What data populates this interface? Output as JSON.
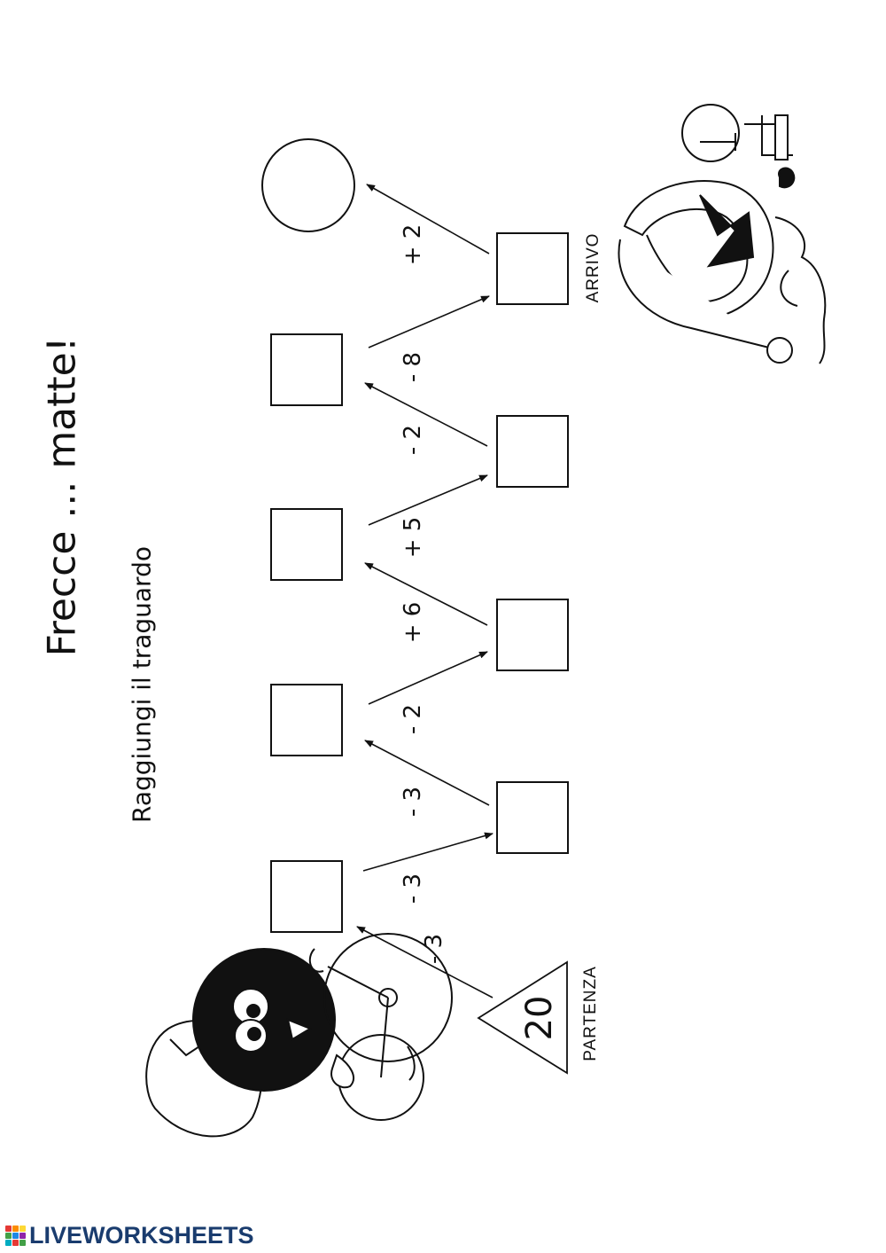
{
  "worksheet": {
    "title": "Frecce ... matte!",
    "subtitle": "Raggiungi il traguardo",
    "start": {
      "label": "PARTENZA",
      "value": "20"
    },
    "finish": {
      "label": "ARRIVO"
    },
    "operations": [
      "- 3",
      "- 3",
      "- 3",
      "- 2",
      "+ 6",
      "+ 5",
      "- 2",
      "- 8",
      "+ 2"
    ]
  },
  "footer": {
    "brand": "LIVEWORKSHEETS"
  },
  "colors": {
    "ink": "#111111",
    "brand": "#1a3c6e"
  }
}
